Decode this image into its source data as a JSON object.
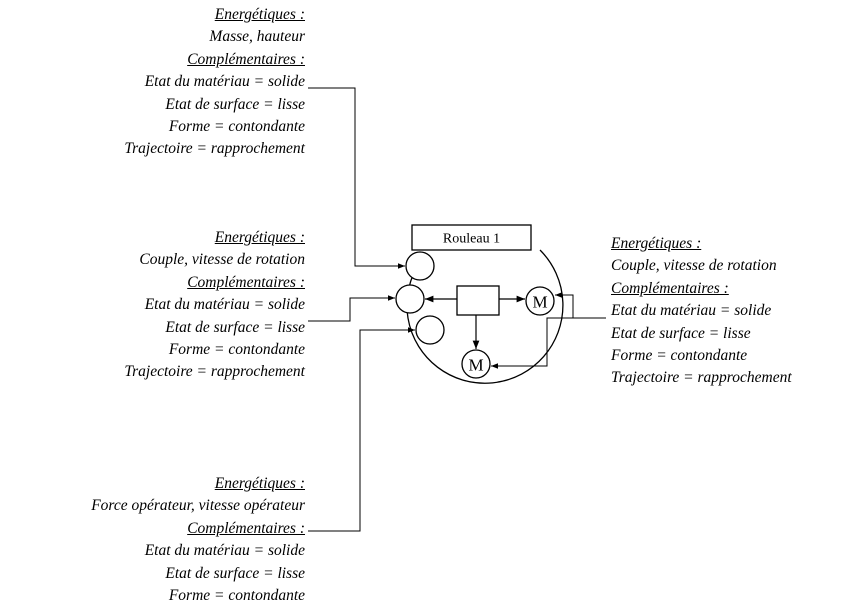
{
  "blocks": {
    "top_left": {
      "heading_energetic": "Energétiques :",
      "energetic": "Masse, hauteur",
      "heading_complementary": "Complémentaires :",
      "lines": [
        "Etat du matériau = solide",
        "Etat de surface = lisse",
        "Forme = contondante",
        "Trajectoire = rapprochement"
      ]
    },
    "middle_left": {
      "heading_energetic": "Energétiques :",
      "energetic": "Couple, vitesse de rotation",
      "heading_complementary": "Complémentaires :",
      "lines": [
        "Etat du matériau = solide",
        "Etat de surface = lisse",
        "Forme = contondante",
        "Trajectoire = rapprochement"
      ]
    },
    "bottom_left": {
      "heading_energetic": "Energétiques :",
      "energetic": "Force opérateur, vitesse opérateur",
      "heading_complementary": "Complémentaires :",
      "lines": [
        "Etat du matériau = solide",
        "Etat de surface = lisse",
        "Forme = contondante"
      ]
    },
    "right": {
      "heading_energetic": "Energétiques :",
      "energetic": "Couple, vitesse de rotation",
      "heading_complementary": "Complémentaires :",
      "lines": [
        "Etat du matériau = solide",
        "Etat de surface = lisse",
        "Forme = contondante",
        "Trajectoire = rapprochement"
      ]
    }
  },
  "diagram": {
    "box_label": "Rouleau 1",
    "motor_label": "M"
  }
}
